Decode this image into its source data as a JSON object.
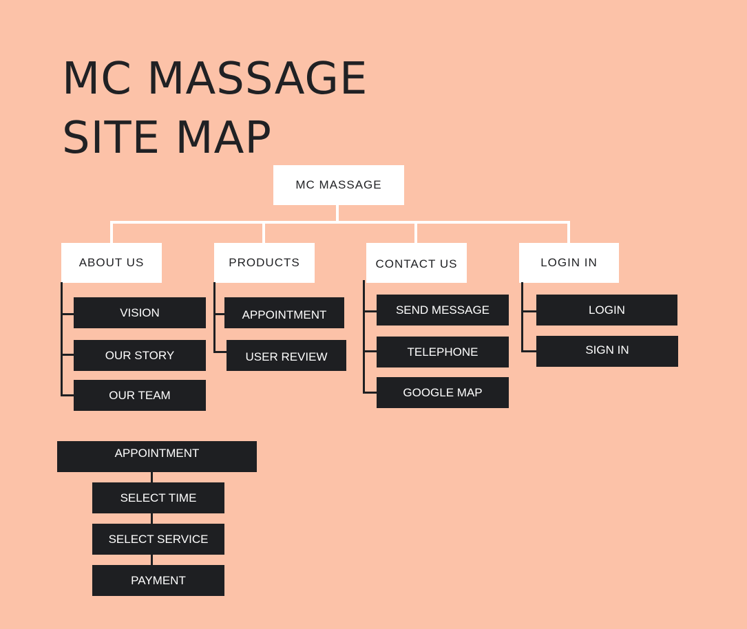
{
  "title": {
    "line1": "MC MASSAGE",
    "line2": "SITE MAP"
  },
  "root": "MC MASSAGE",
  "sections": {
    "about": {
      "label": "ABOUT US",
      "items": [
        "VISION",
        "OUR STORY",
        "OUR TEAM"
      ]
    },
    "products": {
      "label": "PRODUCTS",
      "items": [
        "APPOINTMENT",
        "USER REVIEW"
      ]
    },
    "contact": {
      "label": "CONTACT US",
      "items": [
        "SEND MESSAGE",
        "TELEPHONE",
        "GOOGLE MAP"
      ]
    },
    "login": {
      "label": "LOGIN IN",
      "items": [
        "LOGIN",
        "SIGN IN"
      ]
    }
  },
  "appointment_flow": {
    "label": "APPOINTMENT",
    "steps": [
      "SELECT TIME",
      "SELECT SERVICE",
      "PAYMENT"
    ]
  }
}
